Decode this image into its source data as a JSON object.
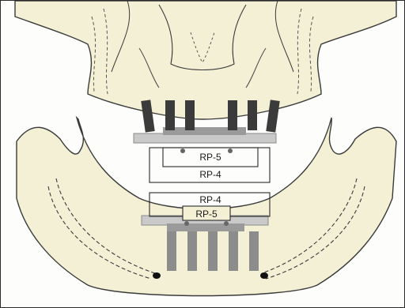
{
  "labels": {
    "upper_inner": "RP-5",
    "upper_outer": "RP-4",
    "lower_outer": "RP-4",
    "lower_inner": "RP-5"
  },
  "colors": {
    "bone": "#f4f0d6",
    "outline": "#3a3a3a",
    "upper_implant": "#3b3b3b",
    "lower_implant": "#8c8c8c",
    "bar": "#c9c9c9",
    "nerve_foramen": "#111111"
  }
}
